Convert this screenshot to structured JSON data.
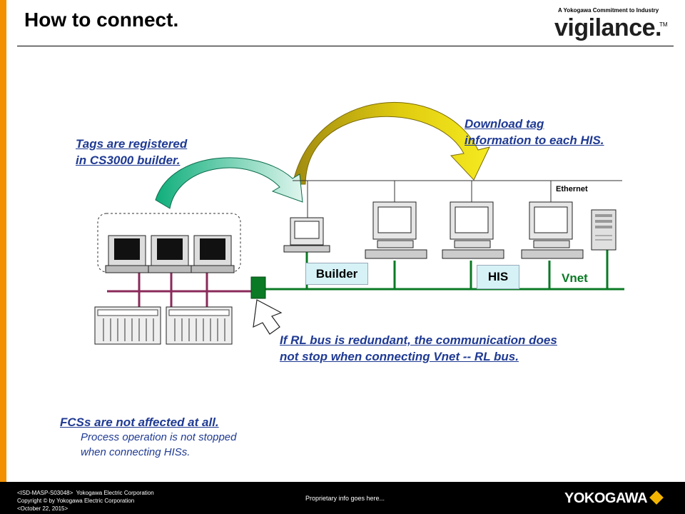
{
  "title": "How to connect.",
  "logo": {
    "tagline": "A Yokogawa Commitment to Industry",
    "wordmark": "vigilance.",
    "tm": "TM"
  },
  "notes": {
    "tags_registered": [
      "Tags are registered",
      "in CS3000 builder."
    ],
    "download": [
      "Download tag",
      "information to each HIS."
    ],
    "rl_bus": [
      "If RL bus is redundant, the communication does",
      "not stop when connecting Vnet -- RL bus."
    ],
    "fcs": "FCSs are not affected at all.",
    "fcs_sub": [
      "Process operation is not stopped",
      "when connecting HISs."
    ]
  },
  "labels": {
    "builder": "Builder",
    "his": "HIS",
    "vnet": "Vnet",
    "ethernet": "Ethernet"
  },
  "footer": {
    "doc_id": "<ISD-MASP-S03048>",
    "company": "Yokogawa Electric Corporation",
    "copyright": "Copyright © by Yokogawa Electric Corporation",
    "date": "<October 22, 2015>",
    "proprietary": "Proprietary info goes here...",
    "brand": "YOKOGAWA"
  },
  "colors": {
    "accent_orange": "#f29000",
    "vnet_green": "#0a7a24",
    "rl_bus": "#8a2a5a",
    "note_blue": "#1f3a93",
    "label_box": "#d6f2f6",
    "arrow_yellow": "#f0e000",
    "arrow_olive": "#b09a18",
    "arrow_green": "#14a878"
  }
}
